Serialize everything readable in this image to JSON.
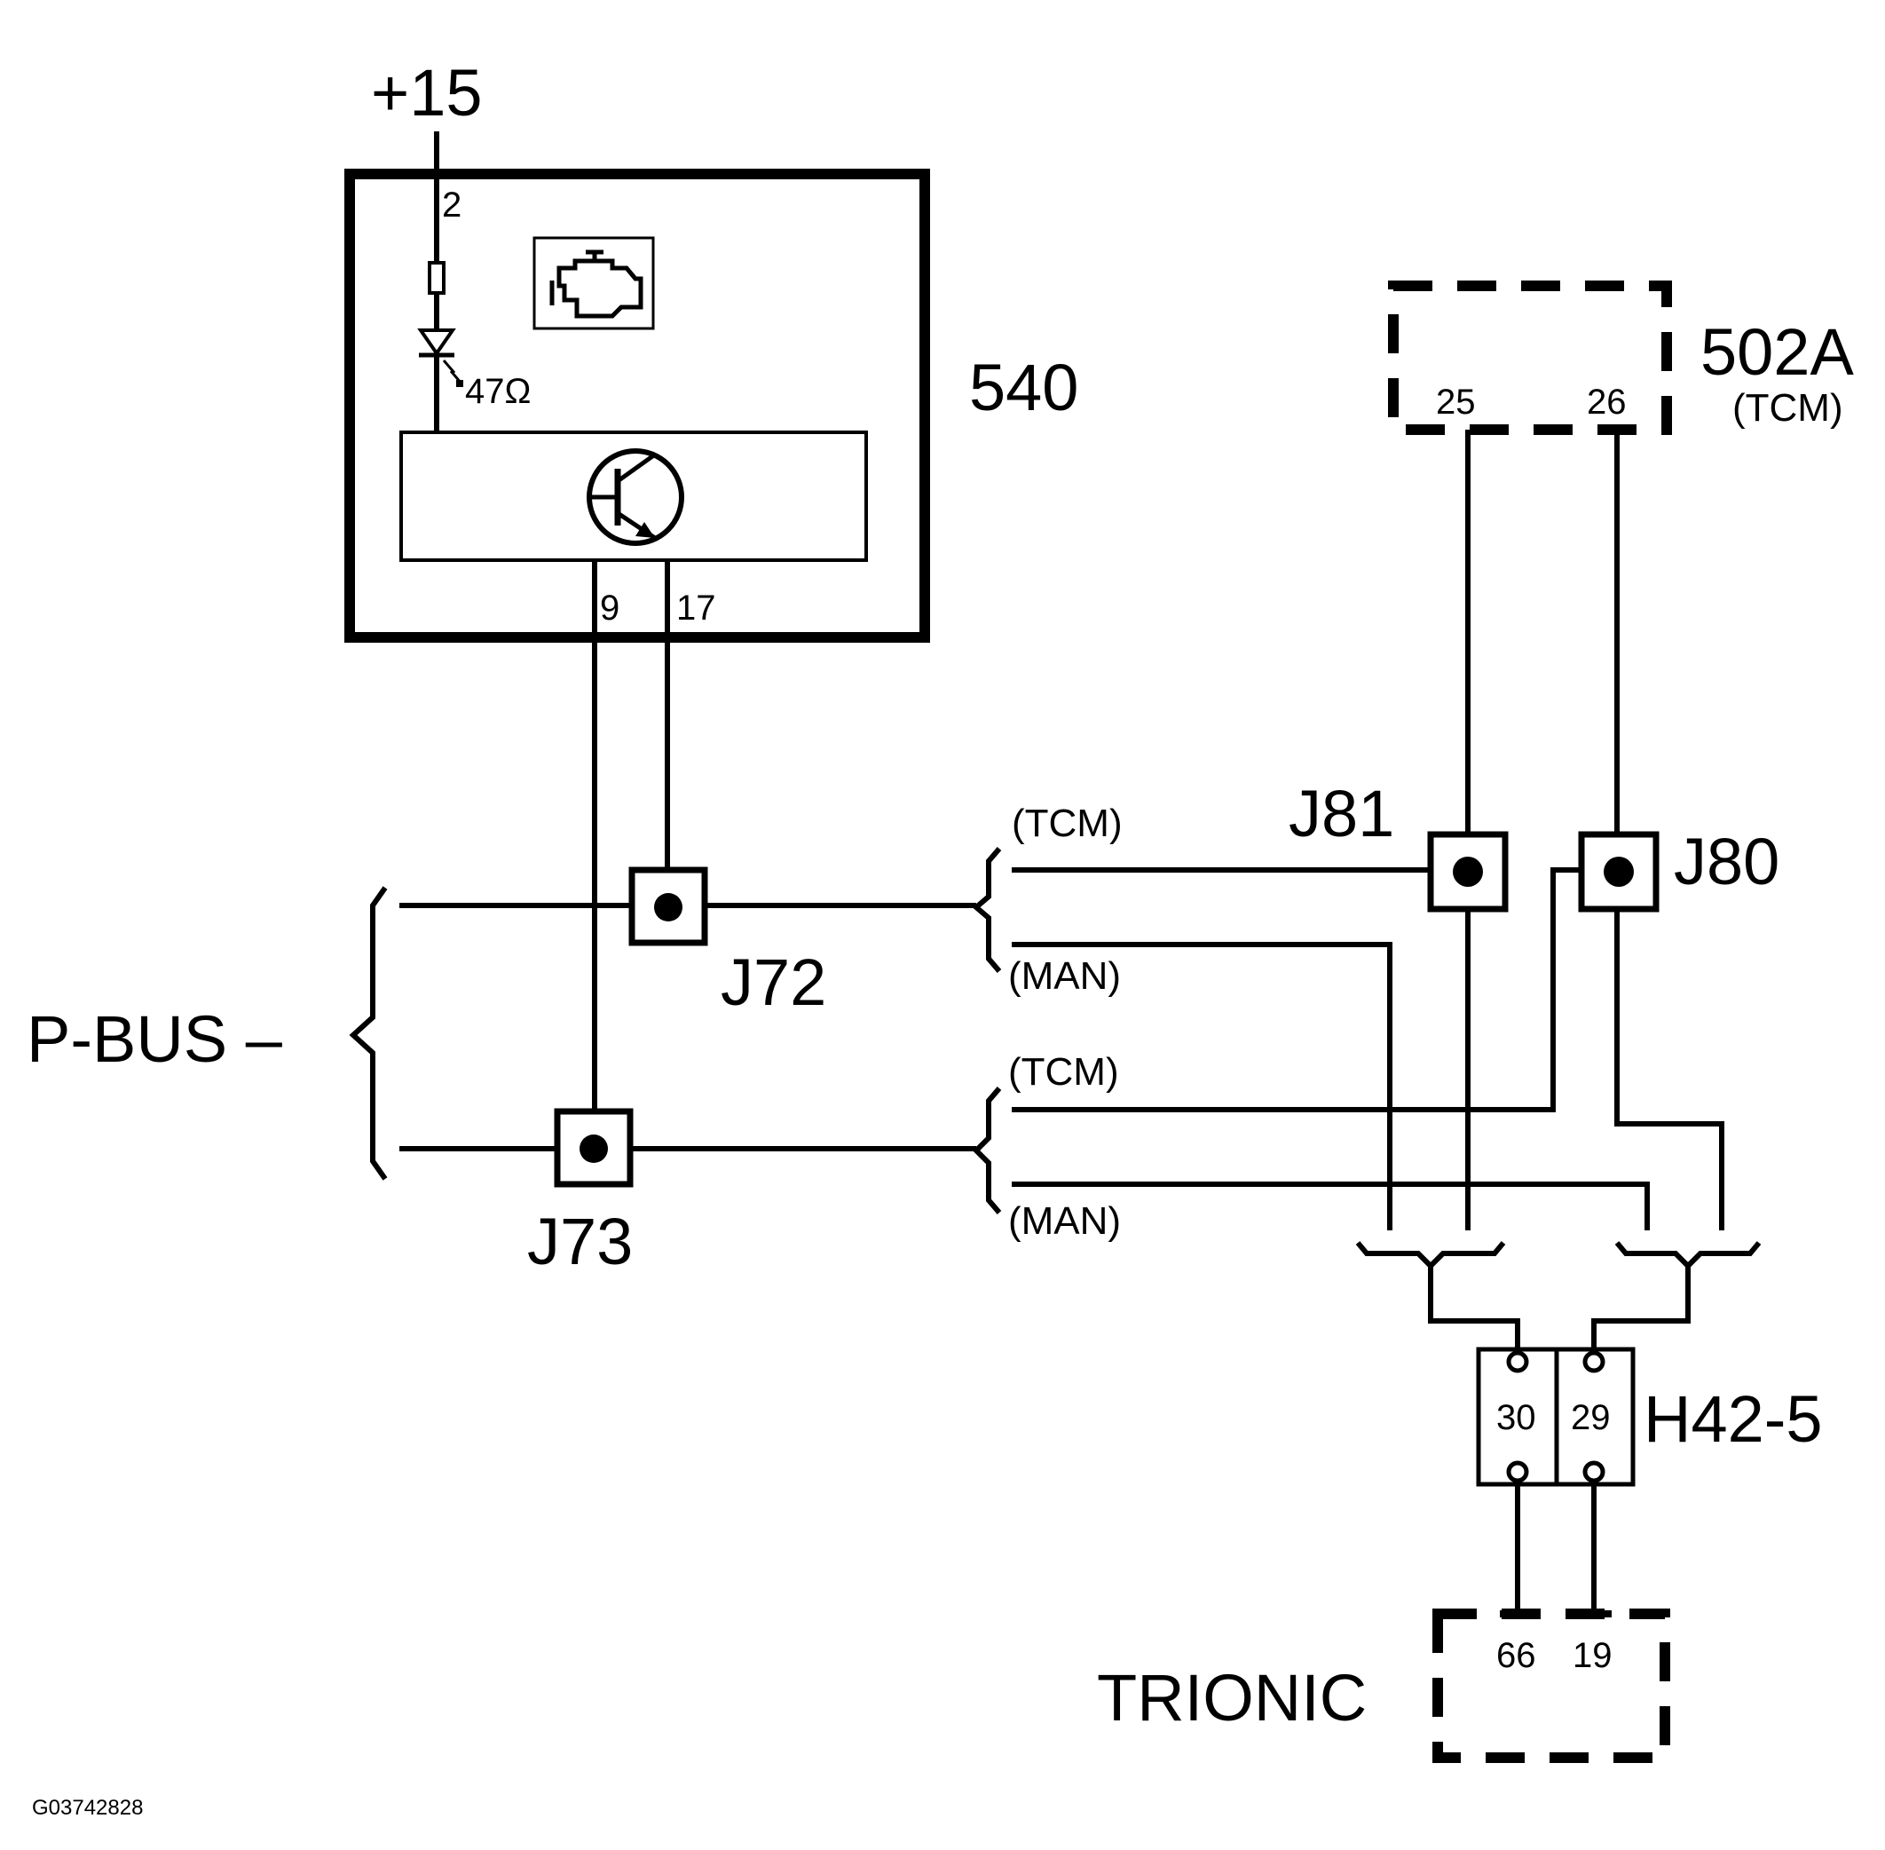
{
  "supply": "+15",
  "module_540": {
    "id": "540",
    "pin_supply": "2",
    "resistor": "47Ω",
    "pin_out_a": "9",
    "pin_out_b": "17",
    "icon": "engine-check-icon",
    "transistor_icon": "transistor-icon"
  },
  "module_502a": {
    "id": "502A",
    "sub": "(TCM)",
    "pin_a": "25",
    "pin_b": "26"
  },
  "bus": {
    "label": "P-BUS –"
  },
  "junctions": {
    "j72": "J72",
    "j73": "J73",
    "j80": "J80",
    "j81": "J81"
  },
  "branches": {
    "tcm_1": "(TCM)",
    "man_1": "(MAN)",
    "tcm_2": "(TCM)",
    "man_2": "(MAN)"
  },
  "connector": {
    "id": "H42-5",
    "pin_a": "30",
    "pin_b": "29"
  },
  "trionic": {
    "id": "TRIONIC",
    "pin_a": "66",
    "pin_b": "19"
  },
  "figure_code": "G03742828"
}
